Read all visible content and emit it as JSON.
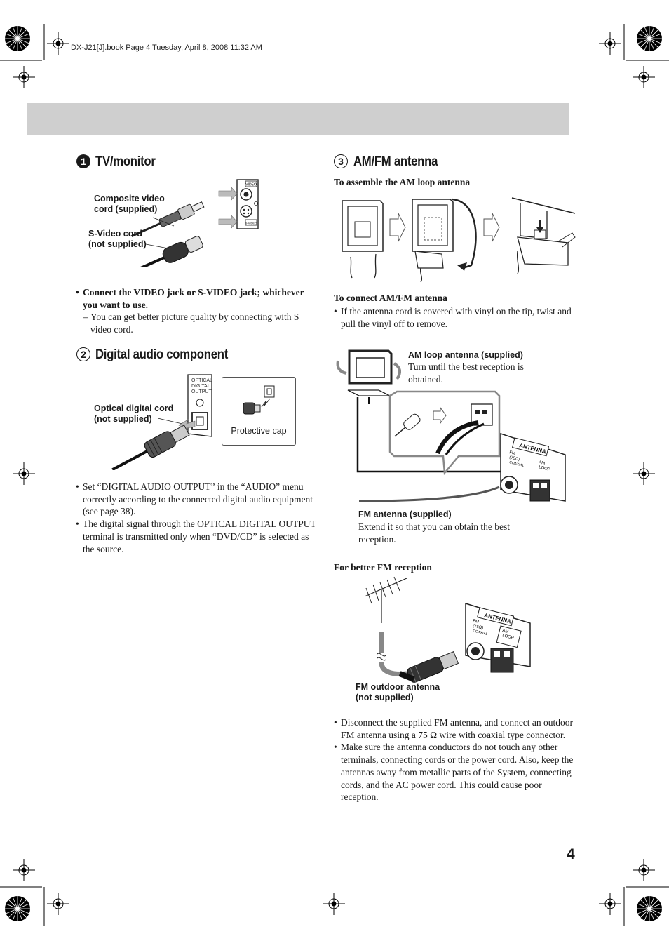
{
  "header": {
    "file_info": "DX-J21[J].book  Page 4  Tuesday, April 8, 2008  11:32 AM"
  },
  "sections": {
    "tv": {
      "number": "1",
      "title": "TV/monitor",
      "labels": {
        "composite": [
          "Composite video",
          "cord (supplied)"
        ],
        "svideo": [
          "S-Video cord",
          "(not supplied)"
        ],
        "jack_video": "VIDEO",
        "jack_svideo": "S-VIDEO"
      },
      "bullet_bold": "Connect the VIDEO jack or S-VIDEO jack; whichever you want to use.",
      "dash_note": "You can get better picture quality by connecting with S video cord."
    },
    "digital": {
      "number": "2",
      "title": "Digital audio component",
      "labels": {
        "optical": [
          "Optical digital cord",
          "(not supplied)"
        ],
        "protective_cap": "Protective cap",
        "terminal": [
          "OPTICAL",
          "DIGITAL",
          "OUTPUT"
        ]
      },
      "bullets": [
        "Set “DIGITAL AUDIO OUTPUT” in the “AUDIO” menu correctly according to the connected digital audio equipment (see page 38).",
        "The digital signal through the OPTICAL DIGITAL OUTPUT terminal is transmitted only when “DVD/CD” is selected as the source."
      ]
    },
    "antenna": {
      "number": "3",
      "title": "AM/FM antenna",
      "assemble_heading": "To assemble the AM loop antenna",
      "connect_heading": "To connect AM/FM antenna",
      "connect_bullet": "If the antenna cord is covered with vinyl on the tip, twist and pull the vinyl off to remove.",
      "am_loop_label": "AM loop antenna (supplied)",
      "am_loop_caption": [
        "Turn until the best reception is",
        "obtained."
      ],
      "fm_label": "FM antenna (supplied)",
      "fm_caption": [
        "Extend it so that you can obtain the best",
        "reception."
      ],
      "panel": {
        "antenna": "ANTENNA",
        "fm": [
          "FM",
          "(75Ω)",
          "COAXIAL"
        ],
        "am": [
          "AM",
          "LOOP"
        ]
      },
      "better_heading": "For better FM reception",
      "outdoor_label": [
        "FM outdoor antenna",
        "(not supplied)"
      ],
      "bullets": [
        "Disconnect the supplied FM antenna, and connect an outdoor FM antenna using a 75 Ω wire with coaxial type connector.",
        "Make sure the antenna conductors do not touch any other terminals, connecting cords or the power cord. Also, keep the antennas away from metallic parts of the System, connecting cords, and the AC power cord. This could cause poor reception."
      ]
    }
  },
  "page_number": "4"
}
